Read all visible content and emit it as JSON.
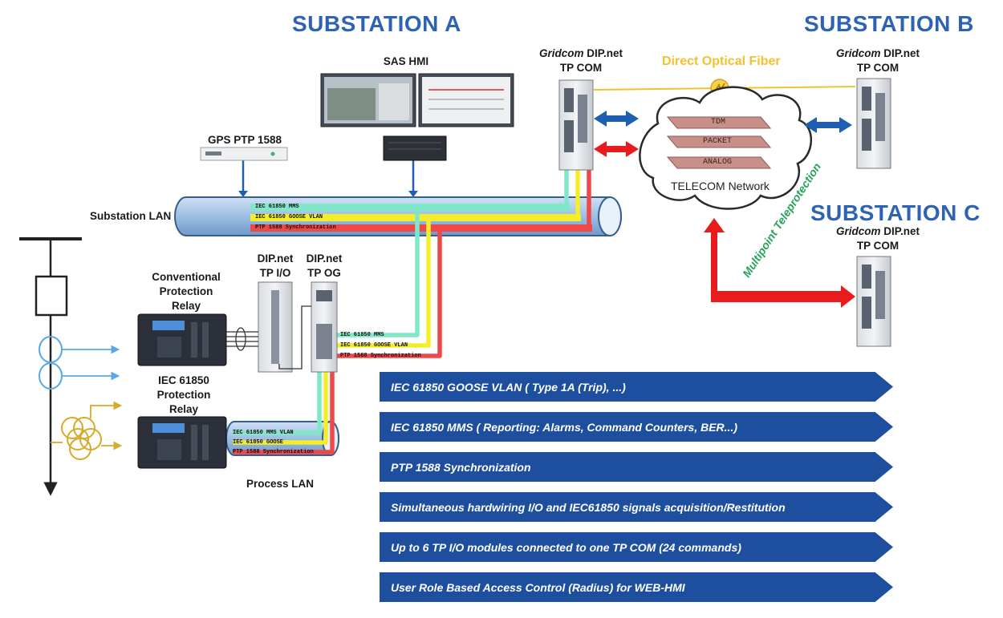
{
  "titles": {
    "substation_a": "SUBSTATION A",
    "substation_b": "SUBSTATION B",
    "substation_c": "SUBSTATION C"
  },
  "labels": {
    "sas_hmi": "SAS HMI",
    "gps": "GPS PTP 1588",
    "substation_lan": "Substation LAN",
    "process_lan": "Process LAN",
    "conv_relay_1": "Conventional",
    "conv_relay_2": "Protection",
    "conv_relay_3": "Relay",
    "iec_relay_1": "IEC 61850",
    "iec_relay_2": "Protection",
    "iec_relay_3": "Relay",
    "tp_io_1": "DIP.net",
    "tp_io_2": "TP I/O",
    "tp_og_1": "DIP.net",
    "tp_og_2": "TP OG",
    "brand": "Gridcom",
    "dipnet": " DIP.net",
    "tp_com": "TP COM",
    "optical": "Direct Optical Fiber",
    "teleprotection": "Multipoint Teleprotection",
    "telecom": "TELECOM Network",
    "tdm": "TDM",
    "packet": "PACKET",
    "analog": "ANALOG"
  },
  "lan_streams": {
    "mms": "IEC 61850 MMS",
    "goose_vlan": "IEC 61850 GOOSE VLAN",
    "ptp": "PTP 1588 Synchronization",
    "mms_vlan": "IEC 61850 MMS VLAN",
    "goose": "IEC 61850 GOOSE"
  },
  "features": [
    "IEC 61850 GOOSE VLAN ( Type 1A (Trip), ...)",
    "IEC 61850 MMS ( Reporting: Alarms, Command Counters, BER...)",
    "PTP 1588 Synchronization",
    "Simultaneous hardwiring I/O and IEC61850 signals acquisition/Restitution",
    "Up to 6 TP I/O modules connected to one TP COM (24 commands)",
    "User Role Based Access Control (Radius) for WEB-HMI"
  ],
  "colors": {
    "title_blue": "#2e63b4",
    "banner_blue": "#1e4f9e",
    "mms_green": "#7fe8c8",
    "goose_yellow": "#f4ee2a",
    "ptp_red": "#f04848",
    "optical_yellow": "#f2c12e",
    "tele_green": "#29a35a",
    "arrow_blue": "#1e5fb0",
    "arrow_red": "#e81c1c"
  }
}
